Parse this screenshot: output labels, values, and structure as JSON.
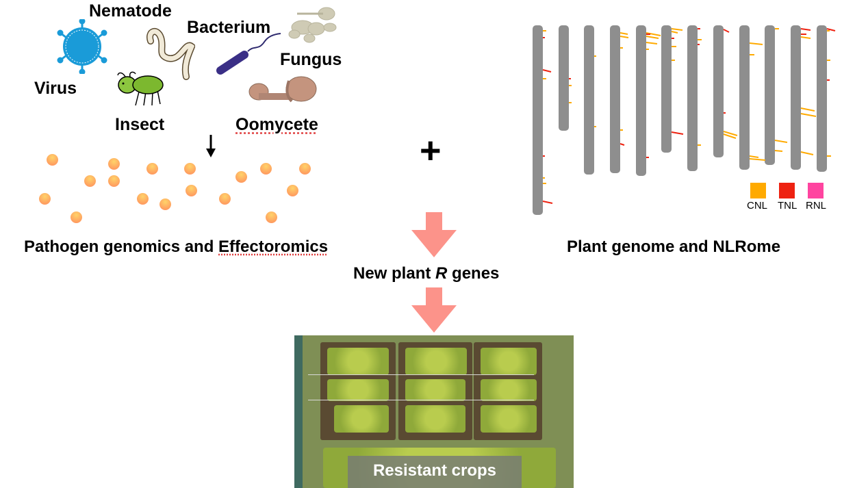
{
  "pathogens": {
    "virus": "Virus",
    "nematode": "Nematode",
    "bacterium": "Bacterium",
    "fungus": "Fungus",
    "insect": "Insect",
    "oomycete": "Oomycete"
  },
  "labels": {
    "pathogen_genomics": "Pathogen genomics and ",
    "effectoromics": "Effectoromics",
    "plus": "+",
    "plant_genome": "Plant genome and NLRome",
    "new_genes_pre": "New plant ",
    "new_genes_r": "R",
    "new_genes_post": " genes",
    "resistant_crops": "Resistant crops"
  },
  "legend": [
    {
      "label": "CNL",
      "color": "#ffaa00"
    },
    {
      "label": "TNL",
      "color": "#ee2211"
    },
    {
      "label": "RNL",
      "color": "#ff44a0"
    }
  ],
  "colors": {
    "arrow": "#fc938a",
    "chromosome": "#8e8e8e",
    "effector": "#ffa868"
  },
  "chromosome_count": 12
}
